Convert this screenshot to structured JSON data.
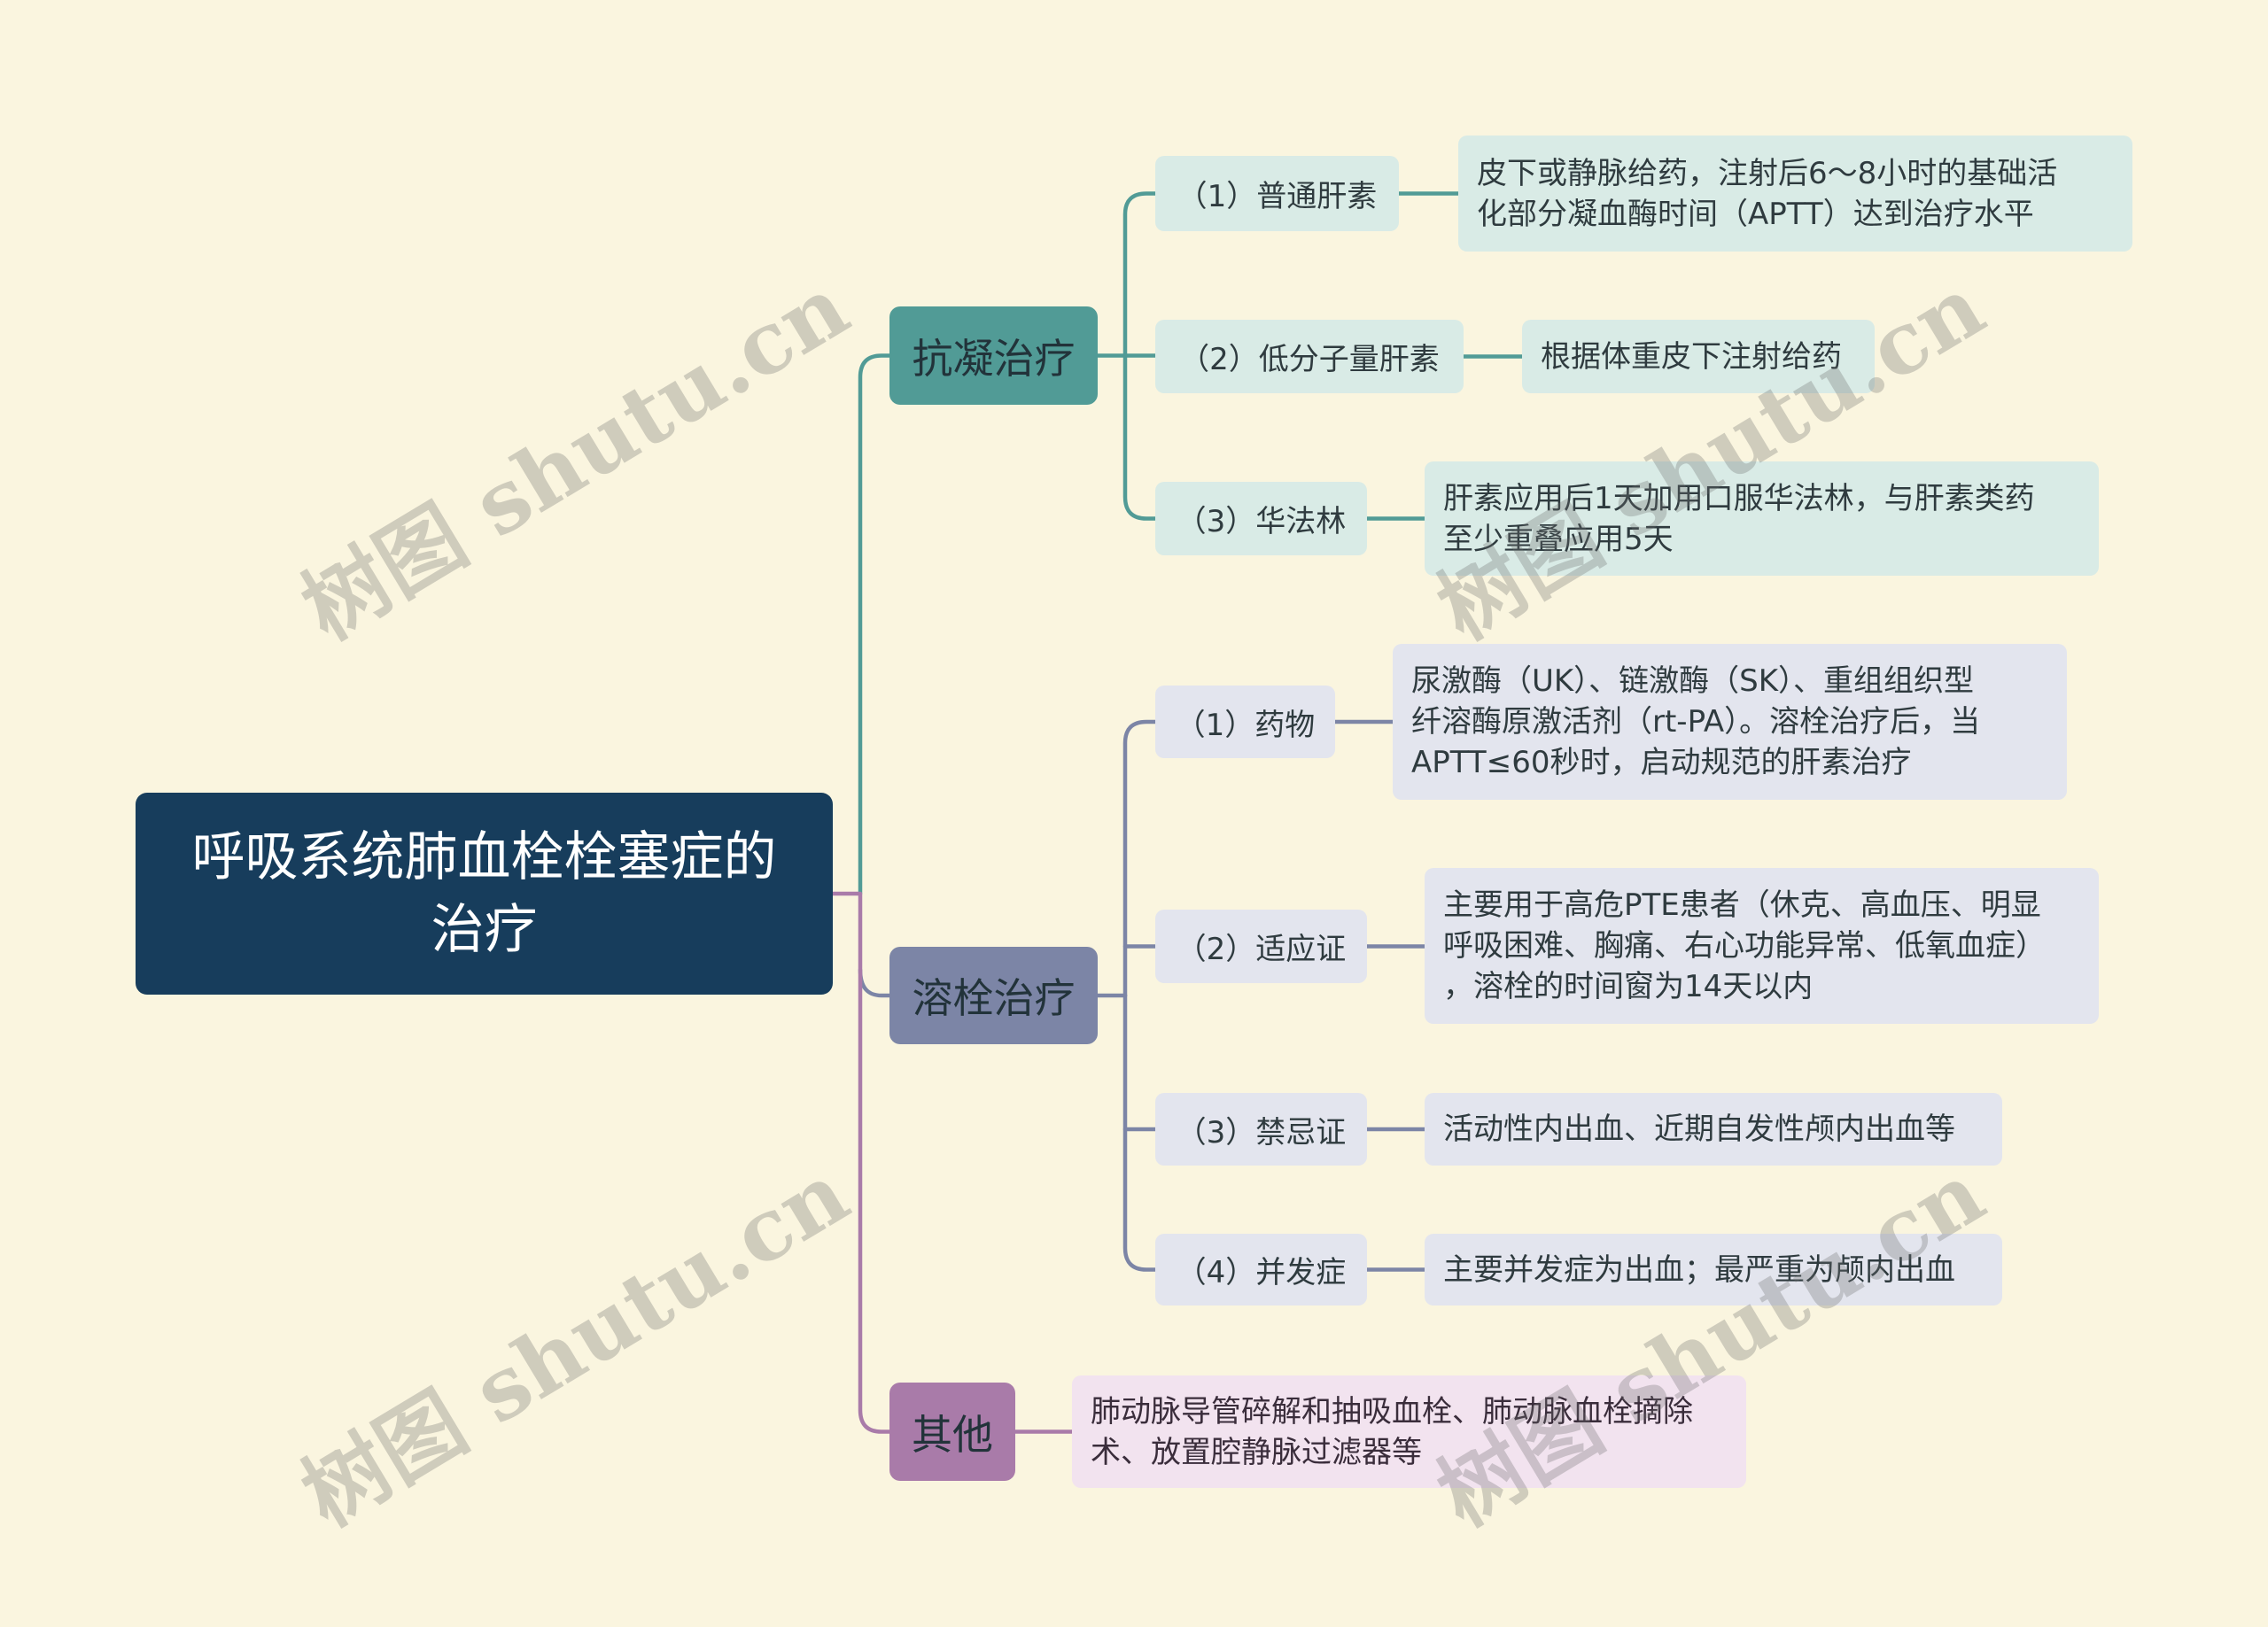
{
  "colors": {
    "background": "#faf5df",
    "root": "#173d5c",
    "anticoagulation": "#519b96",
    "anticoagulation_light": "#d9ebe6",
    "thrombolysis": "#7c85a6",
    "thrombolysis_light": "#e3e5ee",
    "other": "#a97ba9",
    "other_light": "#f2e3ef"
  },
  "root": {
    "lines": [
      "呼吸系统肺血栓栓塞症的",
      "治疗"
    ]
  },
  "branches": [
    {
      "label": "抗凝治疗",
      "items": [
        {
          "label": "（1）普通肝素",
          "detail": [
            "皮下或静脉给药，注射后6～8小时的基础活",
            "化部分凝血酶时间（APTT）达到治疗水平"
          ]
        },
        {
          "label": "（2）低分子量肝素",
          "detail": [
            "根据体重皮下注射给药"
          ]
        },
        {
          "label": "（3）华法林",
          "detail": [
            "肝素应用后1天加用口服华法林，与肝素类药",
            "至少重叠应用5天"
          ]
        }
      ]
    },
    {
      "label": "溶栓治疗",
      "items": [
        {
          "label": "（1）药物",
          "detail": [
            "尿激酶（UK）、链激酶（SK）、重组组织型",
            "纤溶酶原激活剂（rt-PA）。溶栓治疗后，当",
            "APTT≤60秒时，启动规范的肝素治疗"
          ]
        },
        {
          "label": "（2）适应证",
          "detail": [
            "主要用于高危PTE患者（休克、高血压、明显",
            "呼吸困难、胸痛、右心功能异常、低氧血症）",
            "，溶栓的时间窗为14天以内"
          ]
        },
        {
          "label": "（3）禁忌证",
          "detail": [
            "活动性内出血、近期自发性颅内出血等"
          ]
        },
        {
          "label": "（4）并发症",
          "detail": [
            "主要并发症为出血；最严重为颅内出血"
          ]
        }
      ]
    },
    {
      "label": "其他",
      "detail": [
        "肺动脉导管碎解和抽吸血栓、肺动脉血栓摘除",
        "术、放置腔静脉过滤器等"
      ]
    }
  ],
  "watermark": "树图 shutu.cn"
}
